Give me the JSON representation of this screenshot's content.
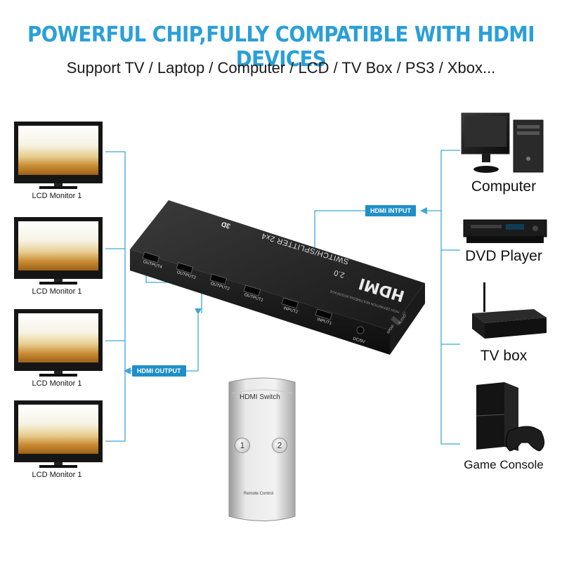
{
  "colors": {
    "accent": "#2a9fd8",
    "tag": "#1e8fc8",
    "line": "#3ea6d6"
  },
  "header": {
    "headline": "POWERFUL CHIP,FULLY COMPATIBLE WITH HDMI DEVICES",
    "subline": "Support TV / Laptop / Computer / LCD / TV Box / PS3 / Xbox..."
  },
  "monitors": [
    {
      "label": "LCD Monitor 1"
    },
    {
      "label": "LCD Monitor 1"
    },
    {
      "label": "LCD Monitor 1"
    },
    {
      "label": "LCD Monitor 1"
    }
  ],
  "devices": [
    {
      "label": "Computer",
      "icon": "computer-icon"
    },
    {
      "label": "DVD Player",
      "icon": "dvd-player-icon"
    },
    {
      "label": "TV box",
      "icon": "tv-box-icon"
    },
    {
      "label": "Game Console",
      "icon": "game-console-icon"
    }
  ],
  "tags": {
    "input": "HDMI INTPUT",
    "output": "HDMI OUTPUT"
  },
  "switch": {
    "brand": "HDMI",
    "version": "2.0",
    "model": "SWITCH/SPLITTER 2x4",
    "badge": "3D",
    "tagline": "HIGH DEFINITION MULTIMEDIA INTERFACE",
    "ports": [
      "OUTPUT4",
      "OUTPUT3",
      "OUTPUT2",
      "OUTPUT1",
      "INPUT2",
      "INPUT1"
    ],
    "power_label": "DC/5V",
    "side_labels": [
      "SPDIF",
      "AUDIO"
    ]
  },
  "remote": {
    "title": "HDMI Switch",
    "buttons": [
      "1",
      "2"
    ],
    "footer": "Remote Control"
  }
}
